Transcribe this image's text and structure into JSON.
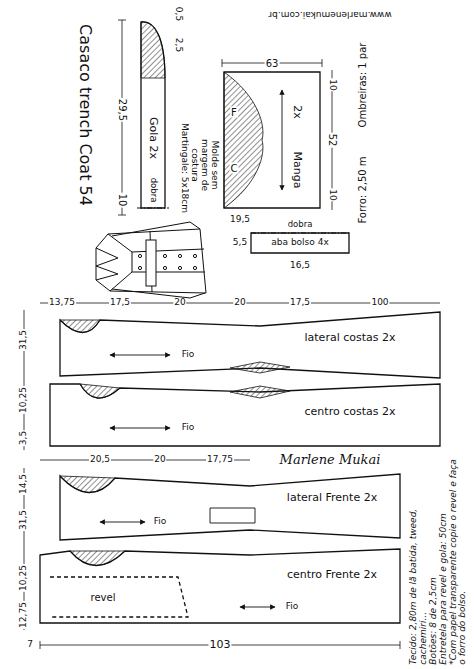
{
  "diagram": {
    "title": "Casaco trench Coat 54",
    "nodes": [
      {
        "text": [
          "Gola 2x",
          "dobra"
        ]
      },
      {
        "text": [
          "Manga",
          "2x"
        ]
      },
      {
        "text": [
          "aba bolso 4x",
          "dobra"
        ]
      },
      {
        "text": [
          "lateral costas 2x",
          "Fio"
        ]
      },
      {
        "text": [
          "centro costas 2x",
          "Fio"
        ]
      },
      {
        "text": [
          "lateral Frente 2x",
          "Fio"
        ]
      },
      {
        "text": [
          "centro Frente 2x",
          "Fio"
        ]
      },
      {
        "text": [
          "revel"
        ],
        "in": 6
      }
    ],
    "labels": [
      "www.marlenemukai.com.br",
      "Forro: 2,50 m",
      "Ombreiras: 1 par",
      "Martingale: 5x18cm",
      "Molde sem margem de costura",
      "29,5",
      "10",
      "0,5",
      "2,5",
      "63",
      "52",
      "10",
      "10",
      "F",
      "C",
      "19,5",
      "5,5",
      "16,5",
      "13,75",
      "17,5",
      "20",
      "20",
      "17,5",
      "100",
      "31,5",
      "10,25",
      "3,5",
      "20,5",
      "20",
      "17,75",
      "Marlene Mukai",
      "14,5",
      "31,5",
      "10,25",
      "12,75",
      "7",
      "103",
      "Tecido: 2,80m de lã batida, tweed, cachemiri...",
      "Botões: 8 de 2,5cm",
      "Entretela para revel e gola: 50cm",
      "*Com papel transparente copie o revel e faça o forro do bolso."
    ]
  }
}
